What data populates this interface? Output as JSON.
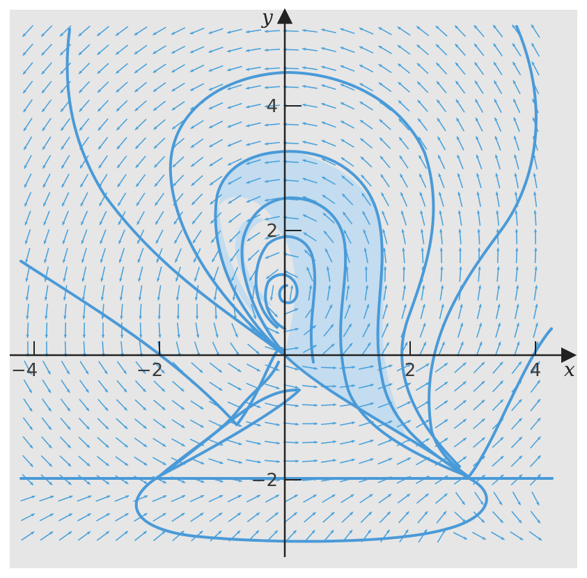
{
  "figure": {
    "x_axis_label": "x",
    "y_axis_label": "y",
    "x_ticks": [
      -4,
      -2,
      2,
      4
    ],
    "y_ticks": [
      -2,
      2,
      4
    ],
    "x_range": [
      -4.3,
      4.3
    ],
    "y_range": [
      -3.2,
      5.5
    ],
    "background_color": "#e6e6e6",
    "field_color": "#4aa2dc",
    "curve_color": "#4a9ad8",
    "shade_color": "#c3dcef"
  }
}
